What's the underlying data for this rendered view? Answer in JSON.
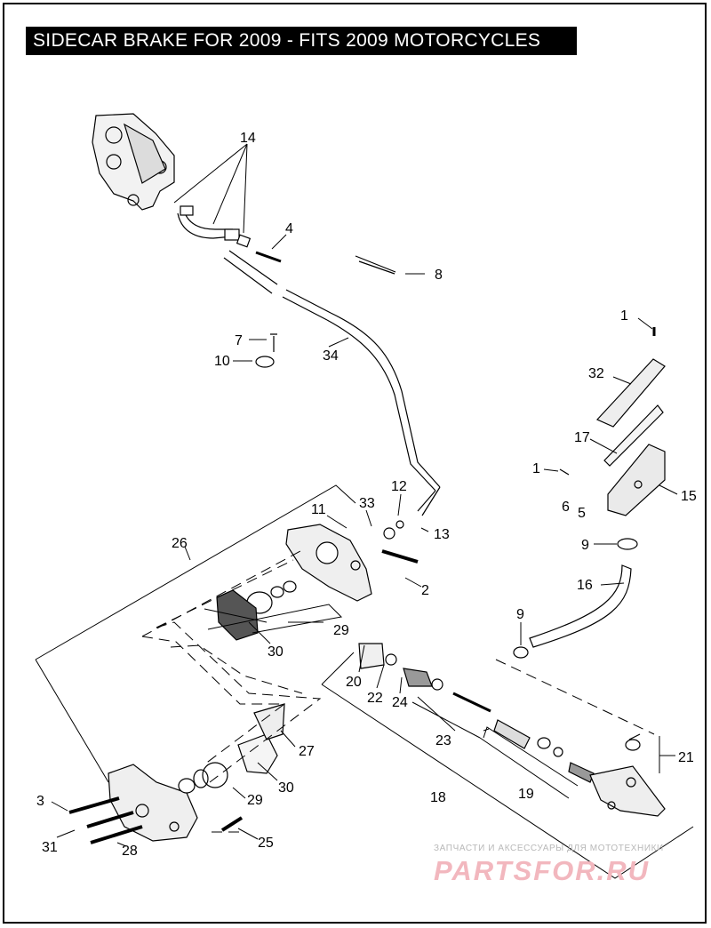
{
  "title": "SIDECAR BRAKE FOR 2009 - FITS 2009 MOTORCYCLES",
  "callouts": [
    {
      "id": "c14",
      "label": "14"
    },
    {
      "id": "c4",
      "label": "4"
    },
    {
      "id": "c8",
      "label": "8"
    },
    {
      "id": "c1a",
      "label": "1"
    },
    {
      "id": "c7",
      "label": "7"
    },
    {
      "id": "c10",
      "label": "10"
    },
    {
      "id": "c34",
      "label": "34"
    },
    {
      "id": "c32",
      "label": "32"
    },
    {
      "id": "c17",
      "label": "17"
    },
    {
      "id": "c1b",
      "label": "1"
    },
    {
      "id": "c15",
      "label": "15"
    },
    {
      "id": "c6",
      "label": "6"
    },
    {
      "id": "c5",
      "label": "5"
    },
    {
      "id": "c9a",
      "label": "9"
    },
    {
      "id": "c16",
      "label": "16"
    },
    {
      "id": "c12",
      "label": "12"
    },
    {
      "id": "c11",
      "label": "11"
    },
    {
      "id": "c33",
      "label": "33"
    },
    {
      "id": "c13",
      "label": "13"
    },
    {
      "id": "c26",
      "label": "26"
    },
    {
      "id": "c2",
      "label": "2"
    },
    {
      "id": "c29a",
      "label": "29"
    },
    {
      "id": "c30a",
      "label": "30"
    },
    {
      "id": "c9b",
      "label": "9"
    },
    {
      "id": "c20",
      "label": "20"
    },
    {
      "id": "c22",
      "label": "22"
    },
    {
      "id": "c24",
      "label": "24"
    },
    {
      "id": "c23",
      "label": "23"
    },
    {
      "id": "c21",
      "label": "21"
    },
    {
      "id": "c27",
      "label": "27"
    },
    {
      "id": "c19",
      "label": "19"
    },
    {
      "id": "c18",
      "label": "18"
    },
    {
      "id": "c30b",
      "label": "30"
    },
    {
      "id": "c29b",
      "label": "29"
    },
    {
      "id": "c3",
      "label": "3"
    },
    {
      "id": "c31",
      "label": "31"
    },
    {
      "id": "c28",
      "label": "28"
    },
    {
      "id": "c25",
      "label": "25"
    }
  ],
  "watermark": {
    "line1": "ЗАПЧАСТИ И АКСЕССУАРЫ ДЛЯ МОТОТЕХНИКИ",
    "line2": "PARTSFOR.RU"
  }
}
